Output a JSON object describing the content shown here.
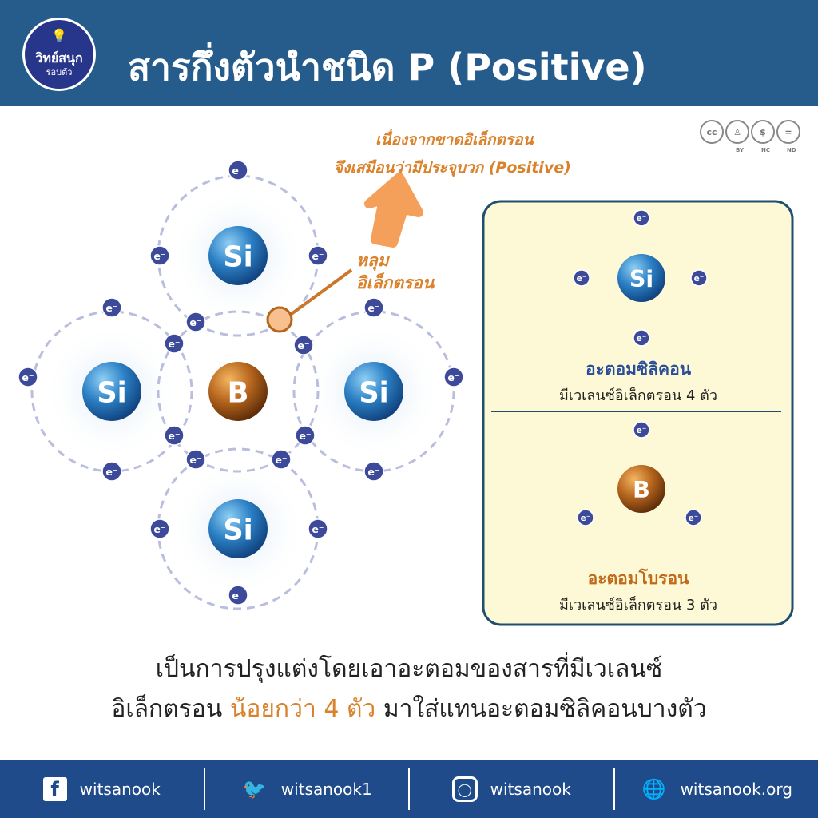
{
  "header": {
    "logo_line1": "วิทย์สนุก",
    "logo_line2": "รอบตัว",
    "title": "สารกึ่งตัวนำชนิด P (Positive)"
  },
  "license": {
    "cc": "cc",
    "by": "BY",
    "nc": "NC",
    "nd": "ND"
  },
  "note": {
    "line1": "เนื่องจากขาดอิเล็กตรอน",
    "line2": "จึงเสมือนว่ามีประจุบวก (Positive)"
  },
  "hole_label": {
    "line1": "หลุม",
    "line2": "อิเล็กตรอน"
  },
  "diagram": {
    "si": "Si",
    "b": "B",
    "electron": "e⁻"
  },
  "panel": {
    "silicon": {
      "symbol": "Si",
      "title": "อะตอมซิลิคอน",
      "subtitle": "มีเวเลนซ์อิเล็กตรอน 4 ตัว"
    },
    "boron": {
      "symbol": "B",
      "title": "อะตอมโบรอน",
      "subtitle": "มีเวเลนซ์อิเล็กตรอน 3 ตัว"
    }
  },
  "bottom": {
    "line1": "เป็นการปรุงแต่งโดยเอาอะตอมของสารที่มีเวเลนซ์",
    "line2_pre": "อิเล็กตรอน ",
    "line2_highlight": "น้อยกว่า 4 ตัว",
    "line2_post": " มาใส่แทนอะตอมซิลิคอนบางตัว"
  },
  "footer": [
    {
      "icon": "facebook-icon",
      "label": "witsanook"
    },
    {
      "icon": "twitter-icon",
      "label": "witsanook1"
    },
    {
      "icon": "instagram-icon",
      "label": "witsanook"
    },
    {
      "icon": "globe-icon",
      "label": "witsanook.org"
    }
  ],
  "colors": {
    "header": "#255c8c",
    "accent": "#d9822b",
    "footer": "#1f4b8a",
    "electron": "#3d4a9a",
    "panel": "#fdf9d6"
  }
}
